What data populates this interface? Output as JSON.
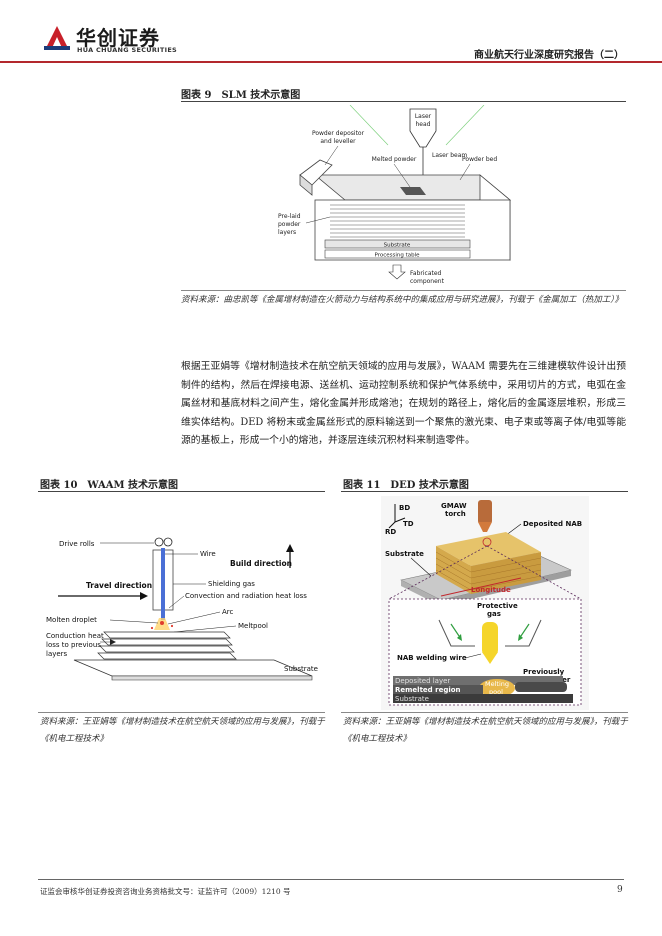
{
  "header": {
    "brand_cn": "华创证券",
    "brand_en": "HUA CHUANG SECURITIES",
    "report_title": "商业航天行业深度研究报告（二）"
  },
  "figure9": {
    "title": "图表 9　SLM 技术示意图",
    "labels": {
      "laser_head": "Laser head",
      "laser_beam": "Laser beam",
      "powder_depositor": "Powder depositor and leveller",
      "melted_powder": "Melted powder",
      "powder_bed": "Powder bed",
      "pre_laid": "Pre-laid powder layers",
      "substrate": "Substrate",
      "processing_table": "Processing table",
      "fabricated": "Fabricated component"
    },
    "source": "资料来源：曲忠凯等《金属增材制造在火箭动力与结构系统中的集成应用与研究进展》，刊载于《金属加工（热加工）》"
  },
  "paragraph": "根据王亚娟等《增材制造技术在航空航天领域的应用与发展》，WAAM 需要先在三维建模软件设计出预制件的结构，然后在焊接电源、送丝机、运动控制系统和保护气体系统中，采用切片的方式，电弧在金属丝材和基底材料之间产生，熔化金属并形成熔池；在规划的路径上，熔化后的金属逐层堆积，形成三维实体结构。DED 将粉末或金属丝形式的原料输送到一个聚焦的激光束、电子束或等离子体/电弧等能源的基板上，形成一个小的熔池，并逐层连续沉积材料来制造零件。",
  "figure10": {
    "title": "图表 10　WAAM 技术示意图",
    "labels": {
      "drive_rolls": "Drive rolls",
      "wire": "Wire",
      "build_direction": "Build direction",
      "travel_direction": "Travel direction",
      "shielding_gas": "Shielding gas",
      "convection": "Convection and radiation heat loss",
      "molten_droplet": "Molten droplet",
      "arc": "Arc",
      "meltpool": "Meltpool",
      "conduction": "Conduction heat loss to previous layers",
      "substrate": "Substrate"
    },
    "source": "资料来源：王亚娟等《增材制造技术在航空航天领域的应用与发展》，刊载于《机电工程技术》"
  },
  "figure11": {
    "title": "图表 11　DED 技术示意图",
    "labels": {
      "bd": "BD",
      "td": "TD",
      "rd": "RD",
      "gmaw": "GMAW torch",
      "deposited_nab": "Deposited NAB",
      "substrate": "Substrate",
      "longitude": "Longitude",
      "protective_gas": "Protective gas",
      "nab_wire": "NAB welding wire",
      "previously": "Previously deposited layer",
      "deposited_layer": "Deposited layer",
      "melting_pool": "Melting pool",
      "remelted": "Remelted region",
      "substrate2": "Substrate"
    },
    "source": "资料来源：王亚娟等《增材制造技术在航空航天领域的应用与发展》，刊载于《机电工程技术》"
  },
  "footer": {
    "license": "证监会审核华创证券投资咨询业务资格批文号：证监许可（2009）1210 号",
    "page": "9"
  }
}
